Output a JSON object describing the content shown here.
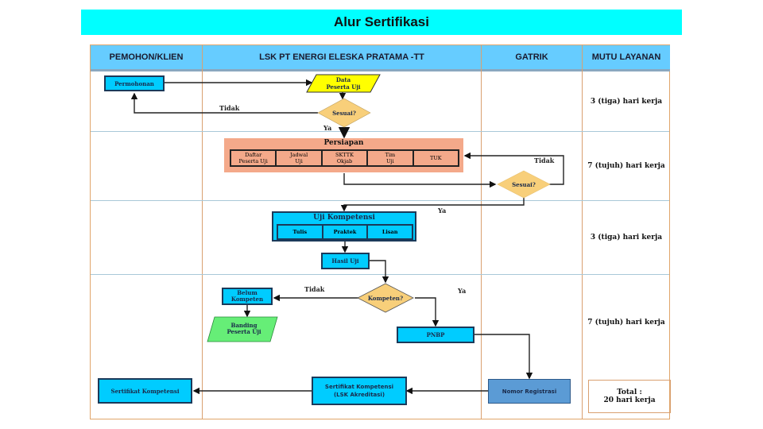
{
  "title": "Alur Sertifikasi",
  "columns": [
    "PEMOHON/KLIEN",
    "LSK PT ENERGI ELESKA PRATAMA -TT",
    "GATRIK",
    "MUTU LAYANAN"
  ],
  "mutu_layanan": [
    "3 (tiga) hari kerja",
    "7 (tujuh) hari kerja",
    "3 (tiga) hari kerja",
    "7 (tujuh) hari kerja"
  ],
  "total": {
    "line1": "Total :",
    "line2": "20 hari kerja"
  },
  "nodes": {
    "permohonan": "Permohonan",
    "data_peserta_1": "Data",
    "data_peserta_2": "Peserta Uji",
    "sesuai_1": "Sesuai?",
    "persiapan": "Persiapan",
    "persiapan_items": [
      {
        "l1": "Daftar",
        "l2": "Peserta Uji"
      },
      {
        "l1": "Jadwal",
        "l2": "Uji"
      },
      {
        "l1": "SKTTK",
        "l2": "Okjab"
      },
      {
        "l1": "Tim",
        "l2": "Uji"
      },
      {
        "l1": "TUK",
        "l2": ""
      }
    ],
    "sesuai_2": "Sesuai?",
    "uji_kompetensi": "Uji Kompetensi",
    "uji_items": [
      "Tulis",
      "Praktek",
      "Lisan"
    ],
    "hasil_uji": "Hasil Uji",
    "kompeten": "Kompeten?",
    "belum_kompeten_1": "Belum",
    "belum_kompeten_2": "Kompeten",
    "banding_1": "Banding",
    "banding_2": "Peserta Uji",
    "pnbp": "PNBP",
    "nomor_registrasi": "Nomor Registrasi",
    "sertifikat_lsk_1": "Sertifikat Kompetensi",
    "sertifikat_lsk_2": "(LSK Akreditasi)",
    "sertifikat_klien": "Sertifikat Kompetensi"
  },
  "edge_labels": {
    "tidak_1": "Tidak",
    "ya_1": "Ya",
    "tidak_2": "Tidak",
    "ya_2": "Ya",
    "tidak_3": "Tidak",
    "ya_3": "Ya"
  },
  "colors": {
    "title_bg": "#00ffff",
    "header_bg": "#66ccff",
    "process": "#00ccff",
    "data_io": "#ffff00",
    "decision": "#f8cf7a",
    "persiapan": "#f4a98a",
    "banding": "#66ee77",
    "registrasi": "#5b9bd5"
  }
}
